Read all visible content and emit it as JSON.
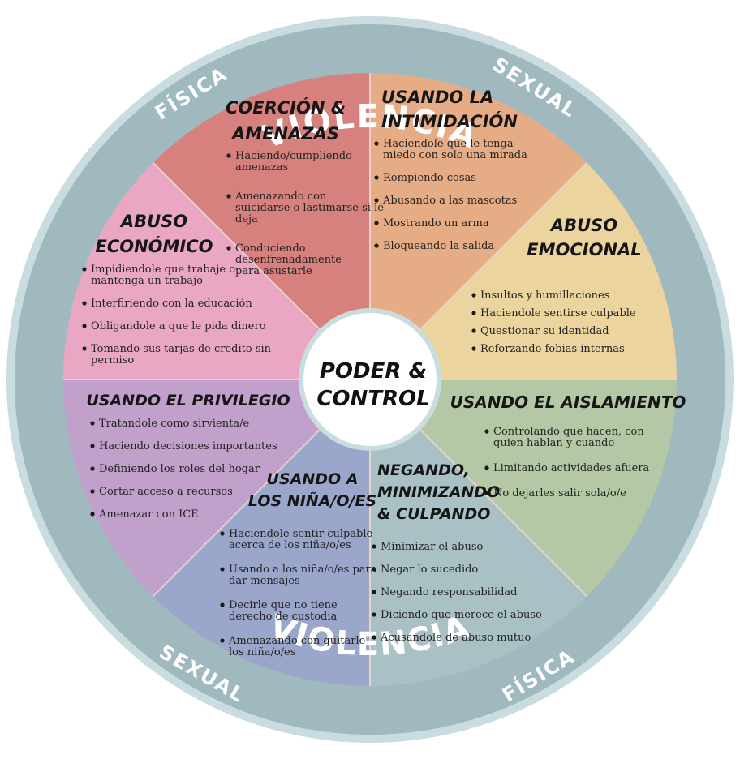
{
  "ring": {
    "top_title": "VIOLENCIA",
    "bottom_title": "VIOLENCIA",
    "top_left": "FÍSICA",
    "top_right": "SEXUAL",
    "bottom_left": "SEXUAL",
    "bottom_right": "FÍSICA"
  },
  "center": {
    "line1": "PODER &",
    "line2": "CONTROL"
  },
  "colors": {
    "ring": "#9fb9bf",
    "ring_edge": "#c9dde1",
    "coercion": "#d7817f",
    "intimidacion": "#e6ac86",
    "emocional": "#ebd49e",
    "aislamiento": "#b4c8a6",
    "negando": "#a9c0c5",
    "ninos": "#9ba6cb",
    "privilegio": "#c1a0cc",
    "economico": "#e9a7c4"
  },
  "segments": {
    "coercion": {
      "title": [
        "COERCIÓN &",
        "AMENAZAS"
      ],
      "items": [
        [
          "Haciendo/cumpliendo",
          "amenazas"
        ],
        [
          "Amenazando con",
          "suicidarse o lastimarse si le",
          "deja"
        ],
        [
          "Conduciendo",
          "desenfrenadamente",
          "para asustarle"
        ]
      ]
    },
    "intimidacion": {
      "title": [
        "USANDO LA",
        "INTIMIDACIÓN"
      ],
      "items": [
        [
          "Haciendole que le tenga",
          "miedo con solo una mirada"
        ],
        [
          "Rompiendo cosas"
        ],
        [
          "Abusando a las mascotas"
        ],
        [
          "Mostrando un arma"
        ],
        [
          "Bloqueando la salida"
        ]
      ]
    },
    "emocional": {
      "title": [
        "ABUSO",
        "EMOCIONAL"
      ],
      "items": [
        [
          "Insultos y humillaciones"
        ],
        [
          "Haciendole sentirse culpable"
        ],
        [
          "Questionar su identidad"
        ],
        [
          "Reforzando fobias internas"
        ]
      ]
    },
    "aislamiento": {
      "title": [
        "USANDO EL AISLAMIENTO"
      ],
      "items": [
        [
          "Controlando que hacen, con",
          "quien hablan y cuando"
        ],
        [
          "Limitando actividades afuera"
        ],
        [
          "No dejarles salir sola/o/e"
        ]
      ]
    },
    "negando": {
      "title": [
        "NEGANDO,",
        "MINIMIZANDO",
        "& CULPANDO"
      ],
      "items": [
        [
          "Minimizar el abuso"
        ],
        [
          "Negar lo sucedido"
        ],
        [
          "Negando responsabilidad"
        ],
        [
          "Diciendo que merece el abuso"
        ],
        [
          "Acusandole de abuso mutuo"
        ]
      ]
    },
    "ninos": {
      "title": [
        "USANDO A",
        "LOS NIÑA/O/ES"
      ],
      "items": [
        [
          "Haciendole sentir culpable",
          "acerca de los niña/o/es"
        ],
        [
          "Usando a los niña/o/es para",
          "dar mensajes"
        ],
        [
          "Decirle que no tiene",
          "derecho de custodia"
        ],
        [
          "Amenazando con quitarle",
          "los niña/o/es"
        ]
      ]
    },
    "privilegio": {
      "title": [
        "USANDO EL PRIVILEGIO"
      ],
      "items": [
        [
          "Tratandole como sirvienta/e"
        ],
        [
          "Haciendo decisiones importantes"
        ],
        [
          "Definiendo los roles del hogar"
        ],
        [
          "Cortar acceso a recursos"
        ],
        [
          "Amenazar con ICE"
        ]
      ]
    },
    "economico": {
      "title": [
        "ABUSO",
        "ECONÓMICO"
      ],
      "items": [
        [
          "Impidiendole que trabaje o",
          "mantenga un trabajo"
        ],
        [
          "Interfiriendo con la educación"
        ],
        [
          "Obligandole a que le pida dinero"
        ],
        [
          "Tomando sus tarjas de credito sin",
          "permiso"
        ]
      ]
    }
  }
}
